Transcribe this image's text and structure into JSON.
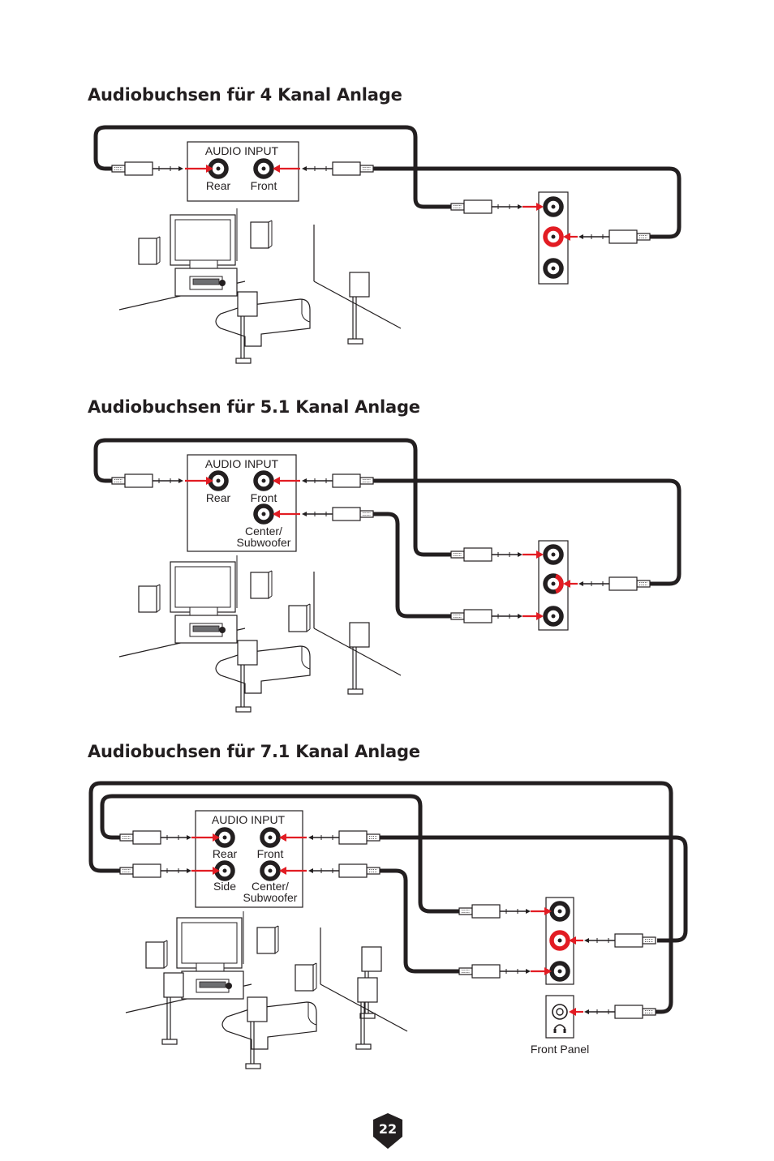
{
  "sections": [
    {
      "title": "Audiobuchsen für 4 Kanal Anlage",
      "panel": {
        "title": "AUDIO INPUT",
        "labels": [
          "Rear",
          "Front"
        ]
      }
    },
    {
      "title": "Audiobuchsen für 5.1 Kanal Anlage",
      "panel": {
        "title": "AUDIO INPUT",
        "labels": [
          "Rear",
          "Front",
          "Center/",
          "Subwoofer"
        ]
      }
    },
    {
      "title": "Audiobuchsen für 7.1 Kanal Anlage",
      "panel": {
        "title": "AUDIO INPUT",
        "labels": [
          "Rear",
          "Front",
          "Side",
          "Center/",
          "Subwoofer"
        ]
      },
      "front_panel_label": "Front Panel"
    }
  ],
  "page_number": "22",
  "colors": {
    "connection_red": "#e21c23",
    "cable": "#231f20"
  },
  "icons": [
    "audio-jack-icon",
    "headphone-icon",
    "speaker-icon",
    "tv-icon",
    "sofa-icon"
  ]
}
